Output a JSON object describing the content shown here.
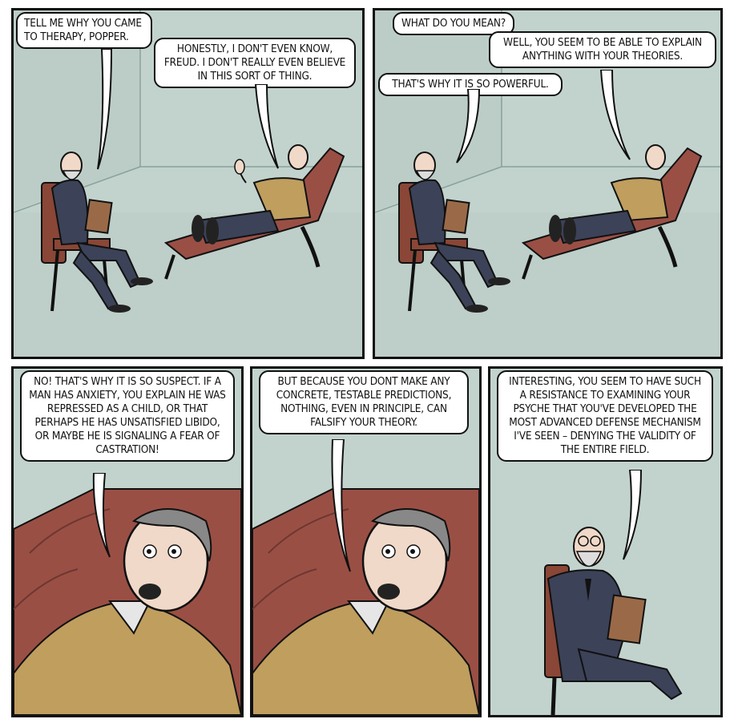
{
  "colors": {
    "wall": "#c2d3cd",
    "floor": "#b7c8c2",
    "couch": "#9a4f45",
    "chair": "#8a4636",
    "sweater": "#bf9e5e",
    "suit": "#3c4258",
    "skin": "#f0d9c8"
  },
  "panels": [
    {
      "bubbles": [
        {
          "text": "Tell me why you came to therapy, Popper."
        },
        {
          "text": "Honestly, I don't even know, Freud. I don't really even believe in this sort of thing."
        }
      ]
    },
    {
      "bubbles": [
        {
          "text": "What do you mean?"
        },
        {
          "text": "Well, you seem to be able to explain anything with your theories."
        },
        {
          "text": "That's why it is so powerful."
        }
      ]
    },
    {
      "bubbles": [
        {
          "text": "No! That's why it is so suspect. If a man has anxiety, you explain he was repressed as a child, or that perhaps he has unsatisfied libido, or maybe he is signaling a fear of castration!"
        }
      ]
    },
    {
      "bubbles": [
        {
          "text": "But because you dont make any concrete, testable predictions, nothing, even in principle, can falsify your theory."
        }
      ]
    },
    {
      "bubbles": [
        {
          "text": "Interesting, you seem to have such a resistance to examining your psyche that you've developed the most advanced defense mechanism I've seen – denying the validity of the entire field."
        }
      ]
    }
  ]
}
